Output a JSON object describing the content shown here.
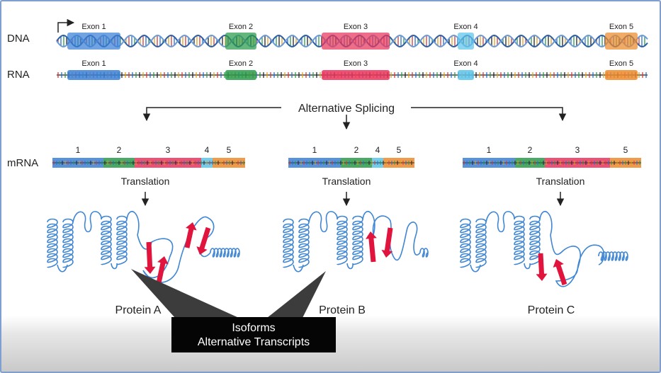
{
  "labels": {
    "dna": "DNA",
    "rna": "RNA",
    "mrna": "mRNA",
    "splicing": "Alternative Splicing"
  },
  "exons": [
    {
      "label": "Exon  1",
      "color": "#3a7fd5"
    },
    {
      "label": "Exon  2",
      "color": "#2a9a4a"
    },
    {
      "label": "Exon   3",
      "color": "#e8345a"
    },
    {
      "label": "Exon 4",
      "color": "#5cc3ea"
    },
    {
      "label": "Exon 5",
      "color": "#ec8a2c"
    }
  ],
  "transcripts": [
    {
      "exon_numbers": [
        "1",
        "2",
        "3",
        "4",
        "5"
      ],
      "translation": "Translation",
      "protein": "Protein A"
    },
    {
      "exon_numbers": [
        "1",
        "2",
        "4",
        "5"
      ],
      "translation": "Translation",
      "protein": "Protein B"
    },
    {
      "exon_numbers": [
        "1",
        "2",
        "3",
        "5"
      ],
      "translation": "Translation",
      "protein": "Protein C"
    }
  ],
  "callout": {
    "line1": "Isoforms",
    "line2": "Alternative Transcripts"
  },
  "colors": {
    "coil": "#3f86d4",
    "arrow": "#e0143c",
    "line": "#333333"
  }
}
